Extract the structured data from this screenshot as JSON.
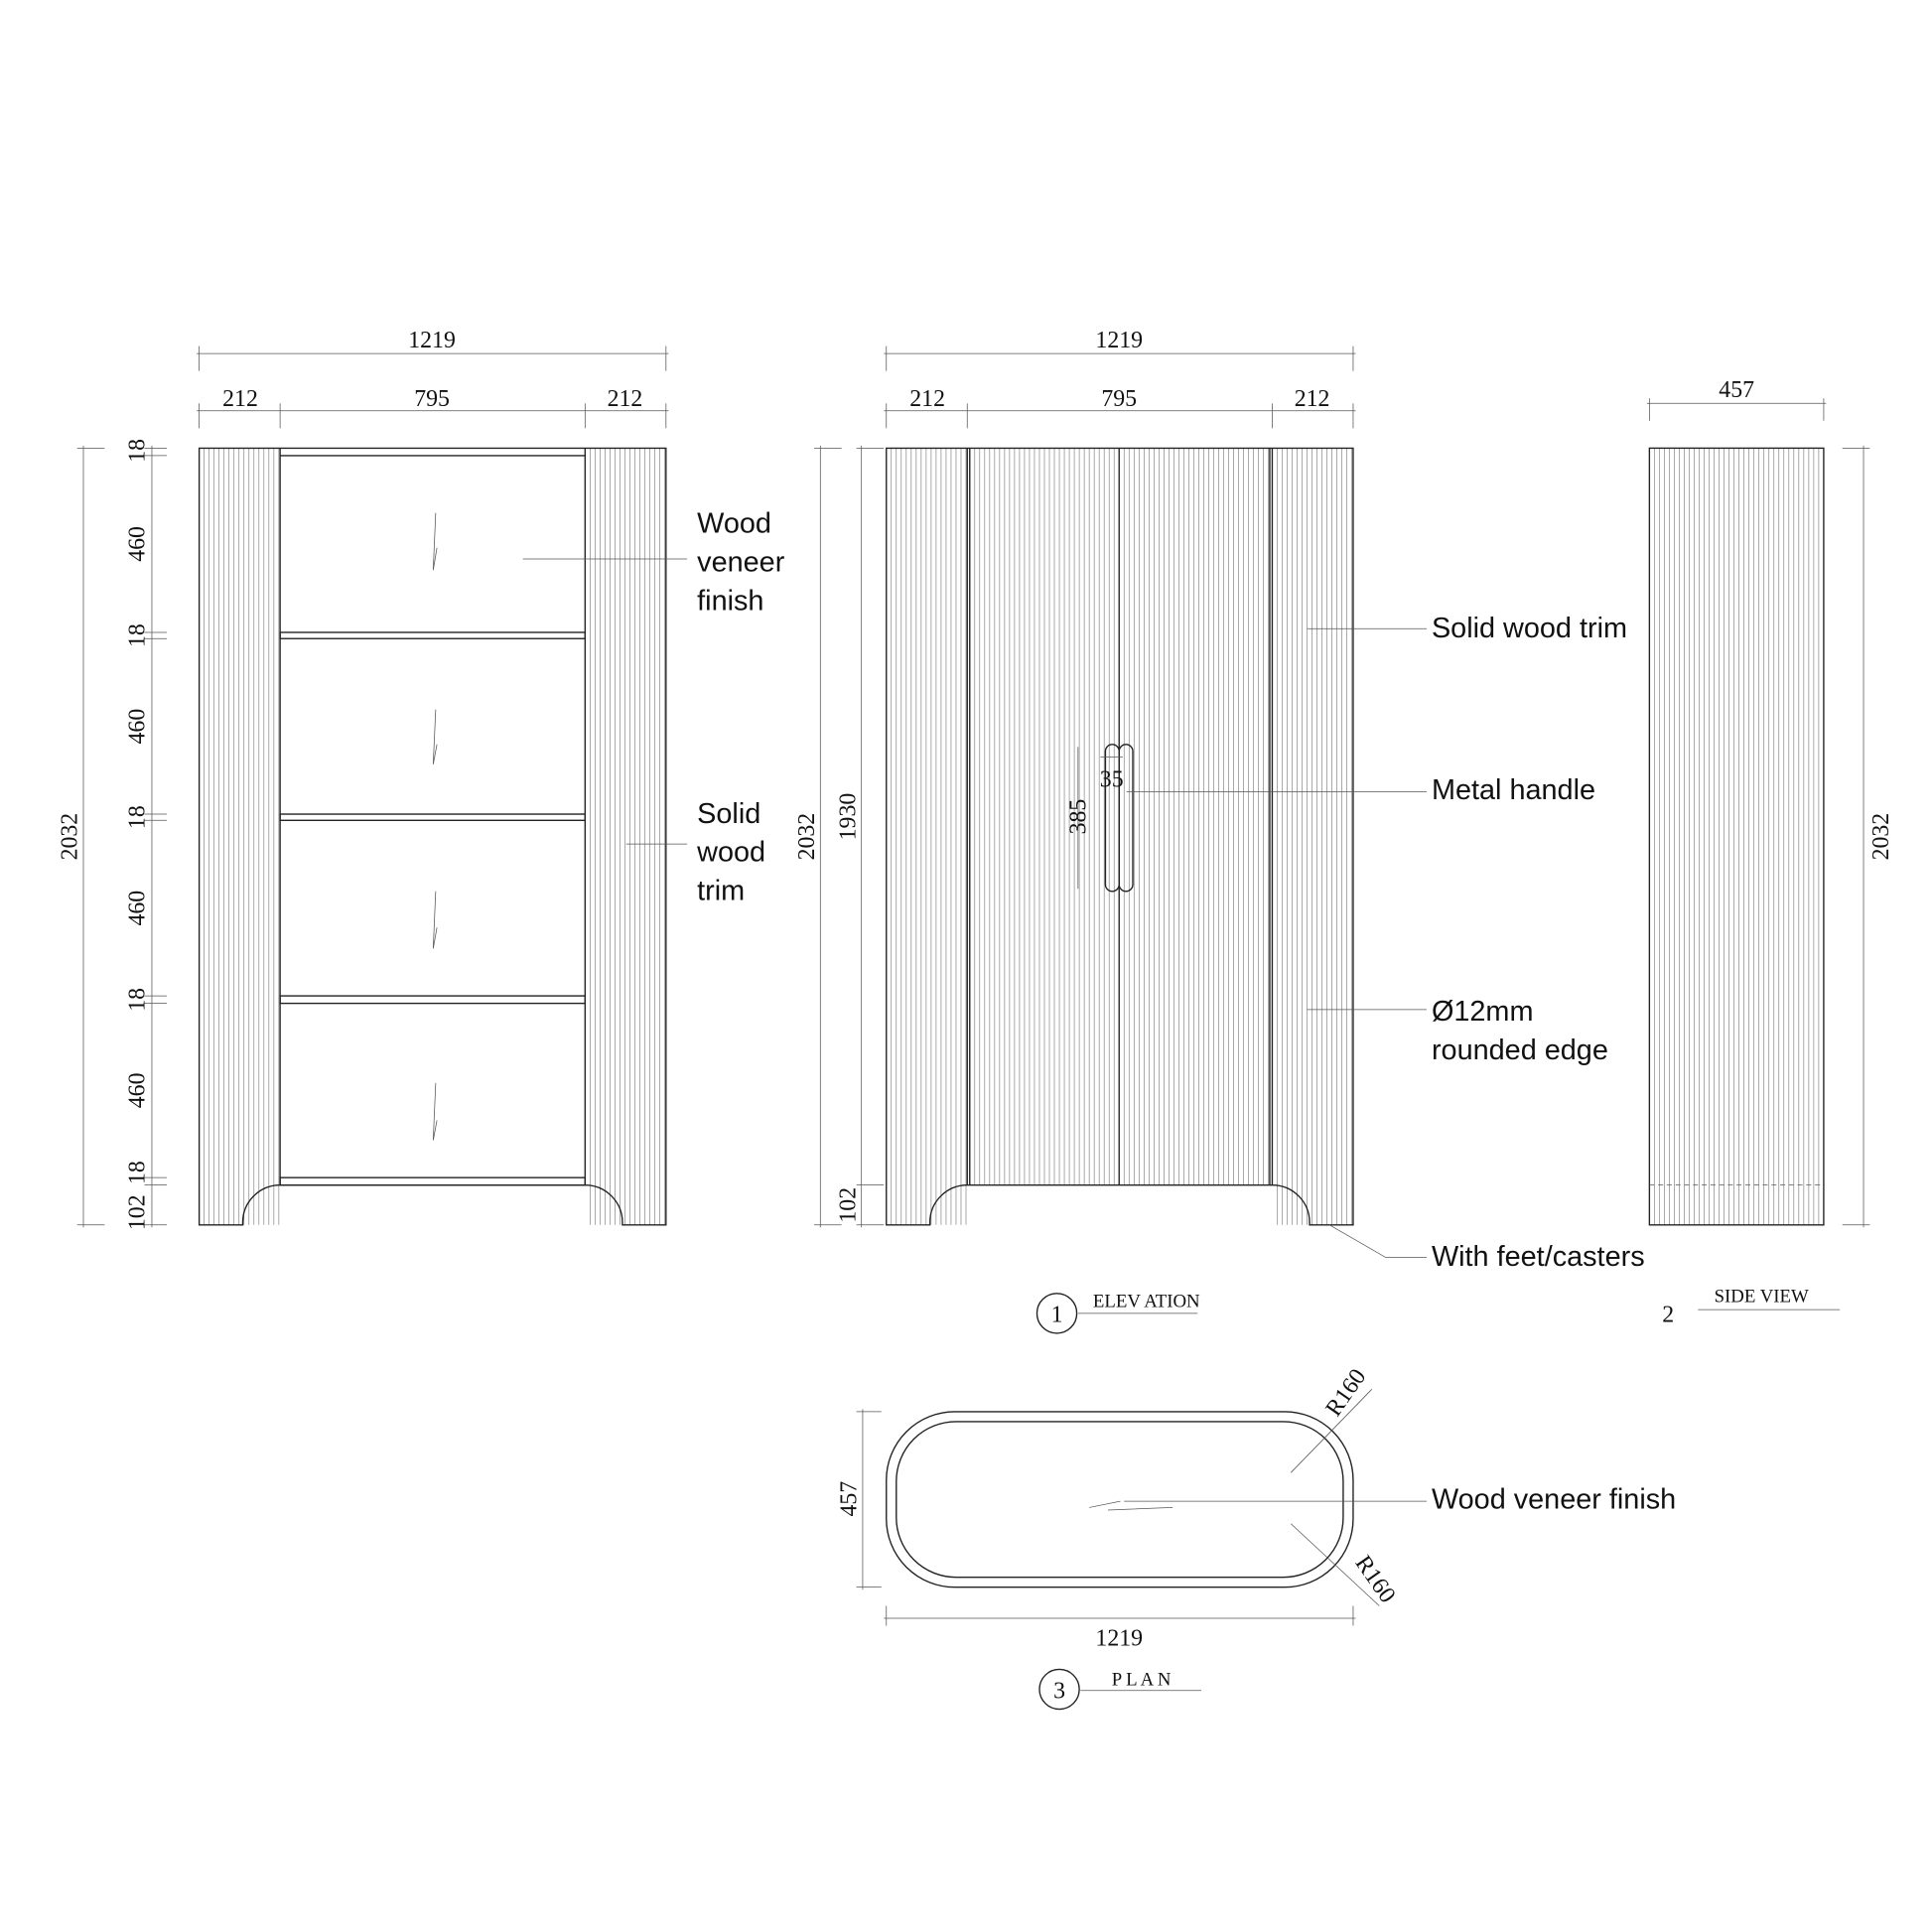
{
  "elevation_open": {
    "width_total": "1219",
    "widths": [
      "212",
      "795",
      "212"
    ],
    "height_total": "2032",
    "segments": [
      "18",
      "460",
      "18",
      "460",
      "18",
      "460",
      "18",
      "460",
      "18",
      "102"
    ],
    "callouts": [
      "Wood veneer finish",
      "Solid wood trim"
    ],
    "callout_lines": [
      [
        "Wood",
        "veneer",
        "finish"
      ],
      [
        "Solid",
        "wood",
        "trim"
      ]
    ]
  },
  "elevation_doors": {
    "width_total": "1219",
    "widths": [
      "212",
      "795",
      "212"
    ],
    "height_total": "2032",
    "height_body": "1930",
    "height_feet": "102",
    "handle_length": "385",
    "handle_width": "35",
    "callouts": [
      "Solid wood trim",
      "Metal handle",
      "With feet/casters"
    ],
    "edge_callout": [
      "Ø12mm",
      "rounded edge"
    ]
  },
  "side_view": {
    "depth": "457",
    "height": "2032"
  },
  "plan": {
    "width": "1219",
    "depth": "457",
    "radius_top": "R160",
    "radius_bottom": "R160",
    "callout": "Wood veneer finish"
  },
  "titles": [
    {
      "number": "1",
      "label": "ELEV ATION"
    },
    {
      "number": "2",
      "label": "SIDE VIEW"
    },
    {
      "number": "3",
      "label": "P L A N"
    }
  ]
}
